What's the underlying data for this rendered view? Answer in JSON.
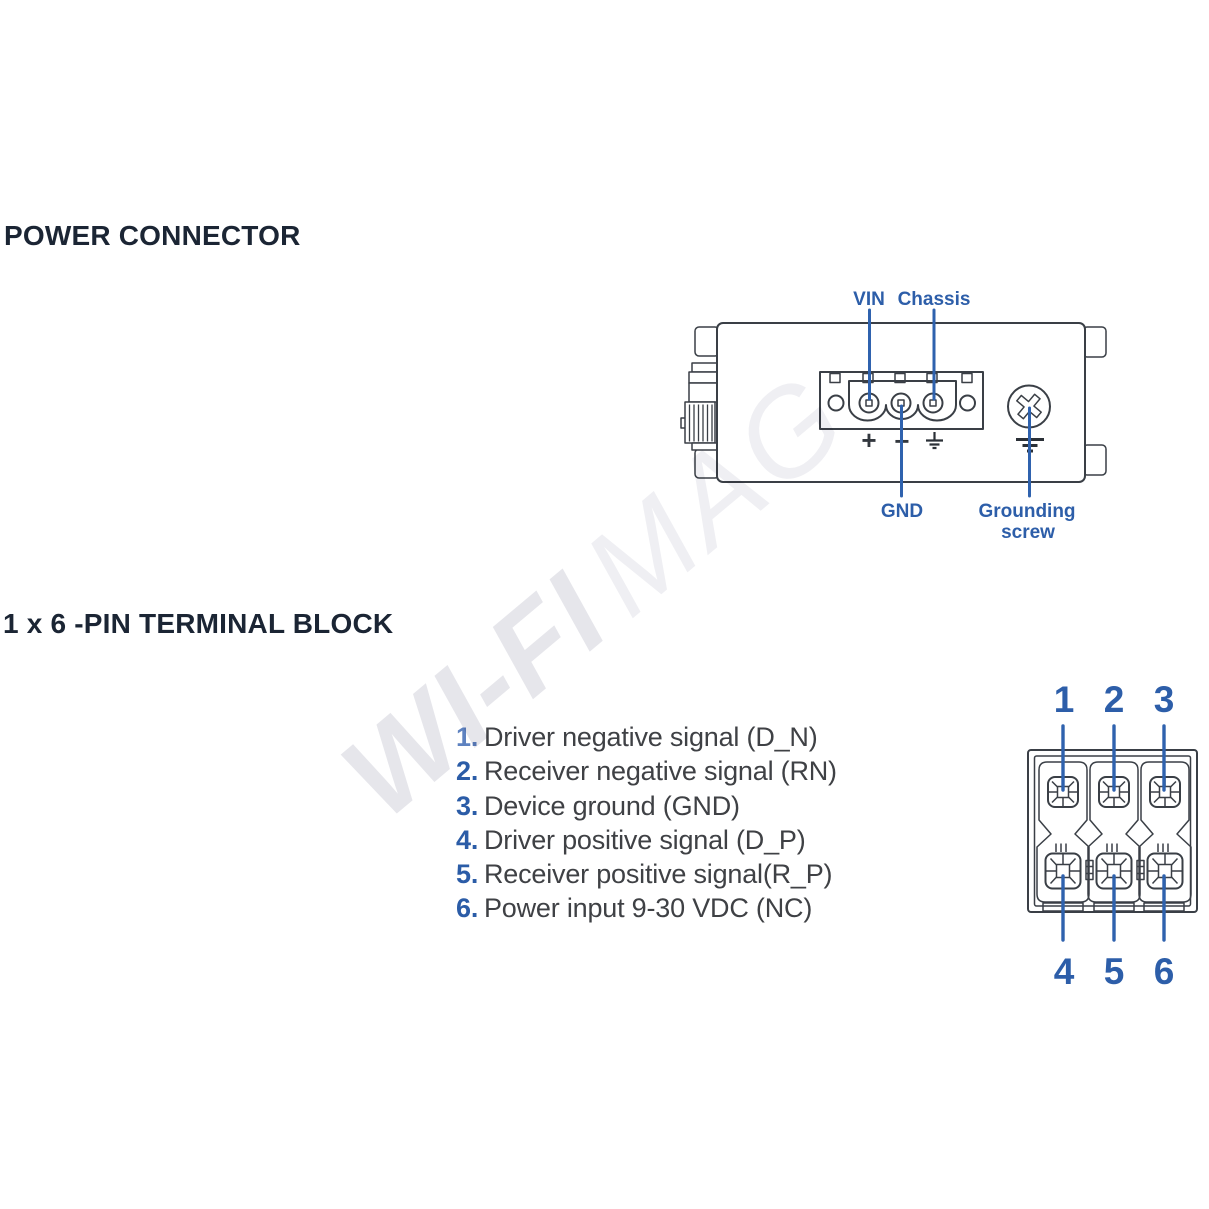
{
  "colors": {
    "background": "#ffffff",
    "heading": "#1b2534",
    "label_blue": "#2d5ea9",
    "pointer_line_blue": "#2f62ae",
    "outline_dark": "#3a3f46",
    "list_text": "#3f4145",
    "watermark_gray": "#e6e6eb"
  },
  "watermark": {
    "part1": "WI-FI",
    "part2": "MAG"
  },
  "power_connector": {
    "heading": "POWER CONNECTOR",
    "labels": {
      "vin": "VIN",
      "chassis": "Chassis",
      "gnd": "GND",
      "grounding_line1": "Grounding",
      "grounding_line2": "screw"
    },
    "symbols": {
      "plus": "+",
      "minus": "−"
    }
  },
  "terminal_block": {
    "heading": "1 x 6 -PIN TERMINAL BLOCK",
    "pins": [
      {
        "num": "1.",
        "label": "Driver negative signal (D_N)"
      },
      {
        "num": "2.",
        "label": "Receiver negative signal (RN)"
      },
      {
        "num": "3.",
        "label": "Device ground (GND)"
      },
      {
        "num": "4.",
        "label": "Driver positive signal (D_P)"
      },
      {
        "num": "5.",
        "label": "Receiver positive signal(R_P)"
      },
      {
        "num": "6.",
        "label": "Power input 9-30 VDC (NC)"
      }
    ],
    "top_pin_numbers": [
      "1",
      "2",
      "3"
    ],
    "bottom_pin_numbers": [
      "4",
      "5",
      "6"
    ]
  }
}
